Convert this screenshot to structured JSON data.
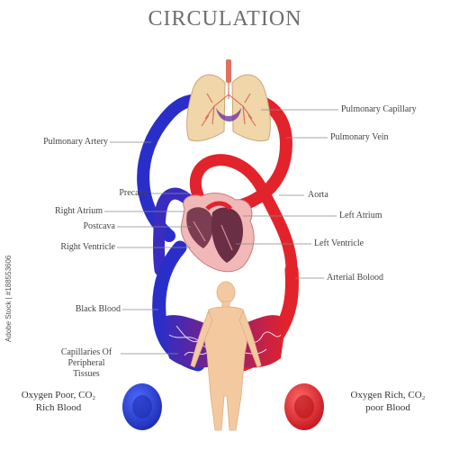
{
  "title": "CIRCULATION",
  "labels": {
    "pulmonary_capillary": "Pulmonary Capillary",
    "pulmonary_vein": "Pulmonary Vein",
    "pulmonary_artery": "Pulmonary Artery",
    "precava": "Precava",
    "aorta": "Aorta",
    "right_atrium": "Right Atrium",
    "left_atrium": "Left Atrium",
    "postcava": "Postcava",
    "right_ventricle": "Right Ventricle",
    "left_ventricle": "Left Ventricle",
    "arterial_blood": "Arterial Bolood",
    "black_blood": "Black Blood",
    "capillaries_line1": "Capillaries Of",
    "capillaries_line2": "Peripheral Tissues"
  },
  "legend": {
    "poor": {
      "line1": "Oxygen Poor, CO₂",
      "line2": "Rich Blood",
      "color": "#1f3fd6"
    },
    "rich": {
      "line1": "Oxygen Rich, CO₂",
      "line2": "poor Blood",
      "color": "#e0282e"
    }
  },
  "side_text": "Adobe Stock | #188553606",
  "colors": {
    "arterial": "#e3232b",
    "venous": "#2a2ec9",
    "mixed": "#6b2a9e",
    "skin": "#f3c9a0"
  }
}
